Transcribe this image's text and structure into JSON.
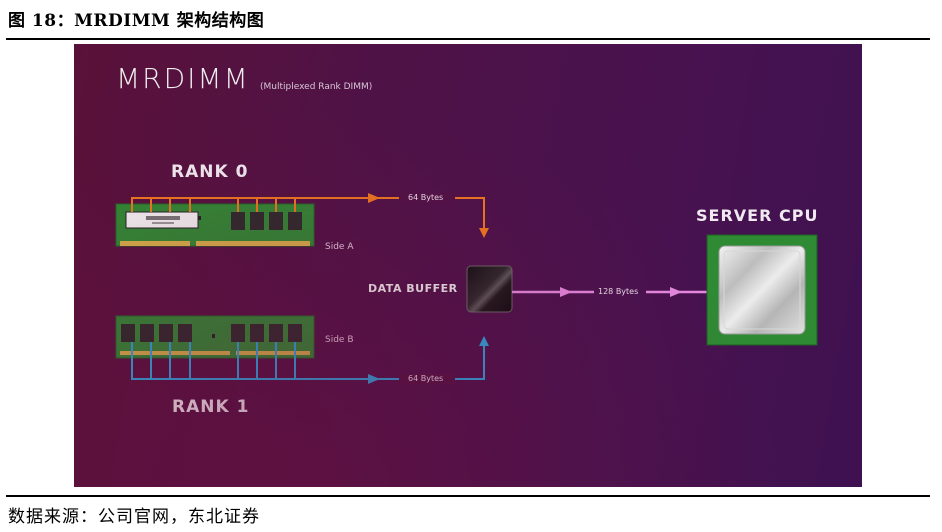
{
  "figure": {
    "caption": "图 18：MRDIMM 架构结构图",
    "source": "数据来源：公司官网，东北证券"
  },
  "diagram": {
    "title": "MRDIMM",
    "subtitle": "(Multiplexed Rank DIMM)",
    "rank0": {
      "label": "RANK 0",
      "side": "Side A",
      "bytes": "64 Bytes",
      "color": "#f07a1f"
    },
    "rank1": {
      "label": "RANK 1",
      "side": "Side B",
      "bytes": "64 Bytes",
      "color": "#2aa8e0"
    },
    "buffer": {
      "label": "DATA BUFFER"
    },
    "output": {
      "bytes": "128 Bytes",
      "color": "#e58ae0"
    },
    "cpu": {
      "label": "SERVER CPU"
    },
    "colors": {
      "pcb": "#2f8a34",
      "chip": "#2b2b2b",
      "contacts": "#d8b24a",
      "background": "#4f1246"
    }
  }
}
